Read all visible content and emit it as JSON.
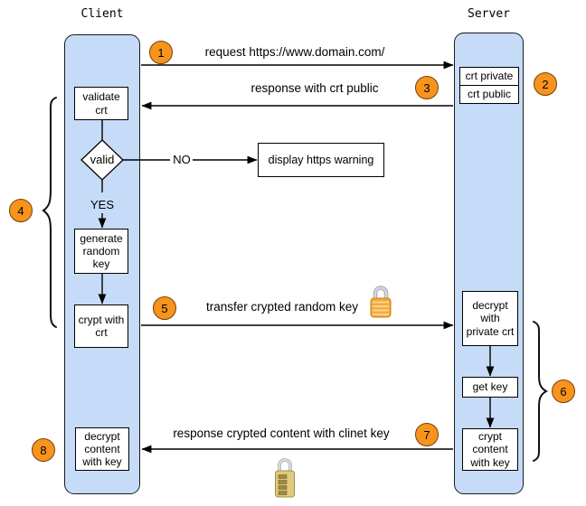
{
  "lanes": {
    "client": {
      "label": "Client"
    },
    "server": {
      "label": "Server"
    }
  },
  "client_flow": {
    "validate_crt": "validate crt",
    "valid_decision": "valid",
    "yes_branch": "YES",
    "no_branch": "NO",
    "warning": "display https warning",
    "generate_random_key": "generate random key",
    "crypt_with_crt": "crypt with crt",
    "decrypt_content_with_key": "decrypt content with key"
  },
  "server_flow": {
    "crt_private": "crt private",
    "crt_public": "crt public",
    "decrypt_with_private_crt": "decrypt with private crt",
    "get_key": "get key",
    "crypt_content_with_key": "crypt content with key"
  },
  "messages": {
    "request": {
      "step": "1",
      "label": "request https://www.domain.com/"
    },
    "response_public": {
      "step": "3",
      "label": "response with crt public"
    },
    "transfer_key": {
      "step": "5",
      "label": "transfer crypted random key"
    },
    "response_content": {
      "step": "7",
      "label": "response crypted content with clinet key"
    }
  },
  "steps": [
    "1",
    "2",
    "3",
    "4",
    "5",
    "6",
    "7",
    "8"
  ],
  "icons": {
    "closed_padlock": "padlock-icon",
    "combination_padlock": "combination-padlock-icon"
  },
  "colors": {
    "lane_fill": "#c5dbf7",
    "lane_border": "#1a1a1a",
    "step_badge_fill": "#f7941e",
    "step_badge_border": "#7a4000",
    "box_fill": "#ffffff",
    "box_border": "#000000",
    "arrow_color": "#000000",
    "padlock_gold": "#f3a73d",
    "combination_lock_brass": "#dfca7d"
  }
}
